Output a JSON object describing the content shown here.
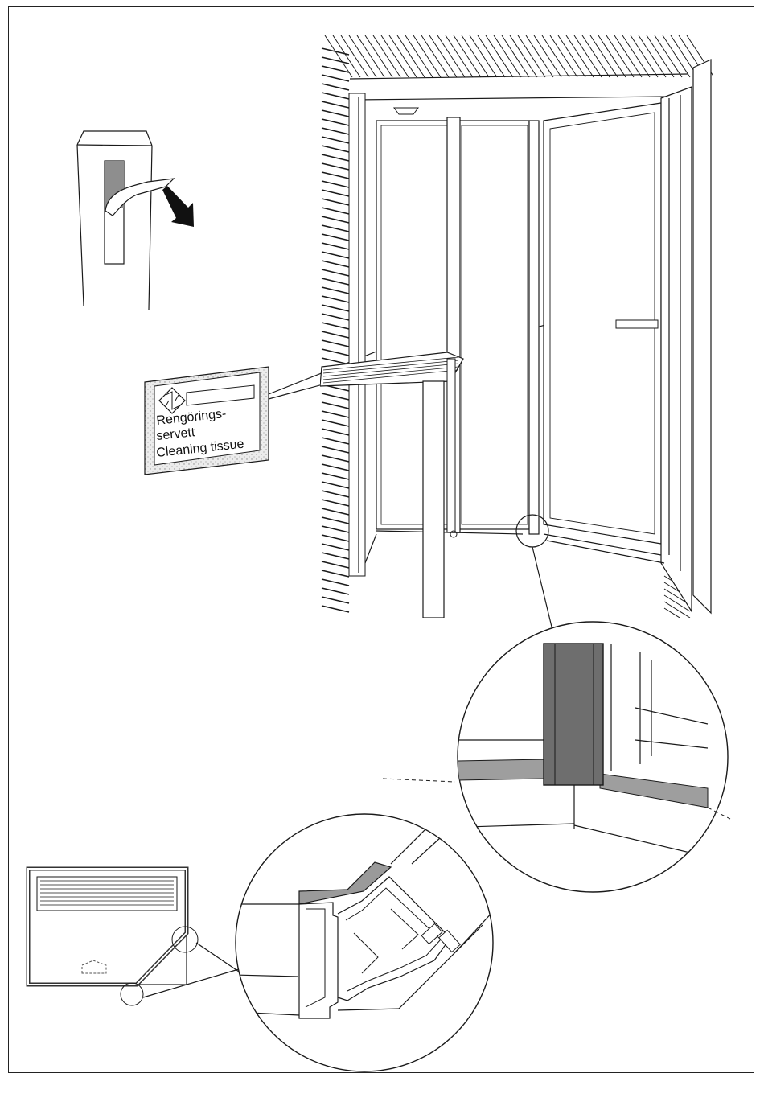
{
  "diagram": {
    "label_lines": [
      "Rengörings-",
      "servett",
      "Cleaning tissue"
    ],
    "icons": {
      "logo": "diamond-arrows-logo",
      "tape": "peel-tape-icon",
      "arrow": "down-right-arrow-icon"
    },
    "colors": {
      "line": "#1a1a1a",
      "gray_fill": "#9b9b9b",
      "dark_fill": "#6e6e6e",
      "stipple": "#d8d8d8"
    }
  }
}
